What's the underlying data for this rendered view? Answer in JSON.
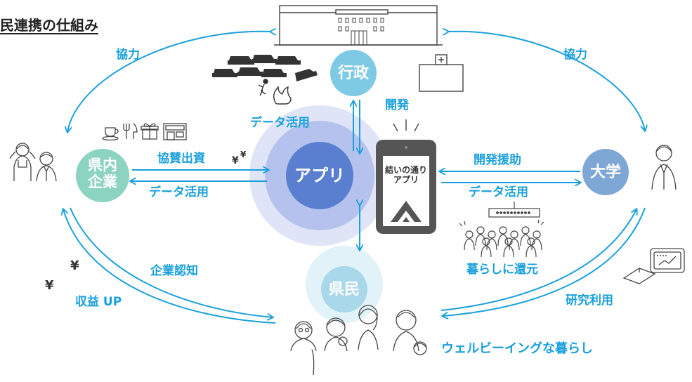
{
  "title": "民連携の仕組み",
  "nodes": {
    "gyosei": "行政",
    "app": "アプリ",
    "kennai_kigyo": [
      "県内",
      "企業"
    ],
    "daigaku": "大学",
    "kenmin": "県民"
  },
  "labels": {
    "kyoryoku_left": "協力",
    "kyoryoku_right": "協力",
    "kaihatsu": "開発",
    "data_katsuyo_top": "データ活用",
    "kyosan_shushi": "協賛出資",
    "data_katsuyo_left": "データ活用",
    "kaihatsu_enjo": "開発援助",
    "data_katsuyo_right": "データ活用",
    "kurashi_kangen": "暮らしに還元",
    "kigyo_ninchi": "企業認知",
    "shueki_up": "収益 UP",
    "kenkyu_riyo": "研究利用",
    "wellbeing": "ウェルビーイングな暮らし"
  },
  "phone_screen": [
    "結いの通り",
    "アプリ"
  ],
  "yen_symbols": [
    "¥",
    "¥",
    "¥",
    "¥"
  ],
  "colors": {
    "arrow": "#1aa0dc",
    "text_blue": "#1aa0dc",
    "gyosei_circle": "#7ec9e4",
    "app_inner": "#5a7fd0",
    "app_mid": "#b6c2ee",
    "app_outer": "#dfe4f7",
    "kigyo_circle": "#8cd3c2",
    "daigaku_circle": "#7ea7d6",
    "kenmin_circle": "#a9d8ea",
    "kenmin_halo": "#e2f2f9"
  },
  "icons": [
    "government-building-icon",
    "cars-icon",
    "fire-accident-icon",
    "hospital-icon",
    "cafe-icon",
    "restaurant-icon",
    "gift-icon",
    "shop-icon",
    "smartphone-icon",
    "businesspeople-icon",
    "crowd-icon",
    "researcher-icon",
    "book-chart-icon",
    "family-icon"
  ]
}
